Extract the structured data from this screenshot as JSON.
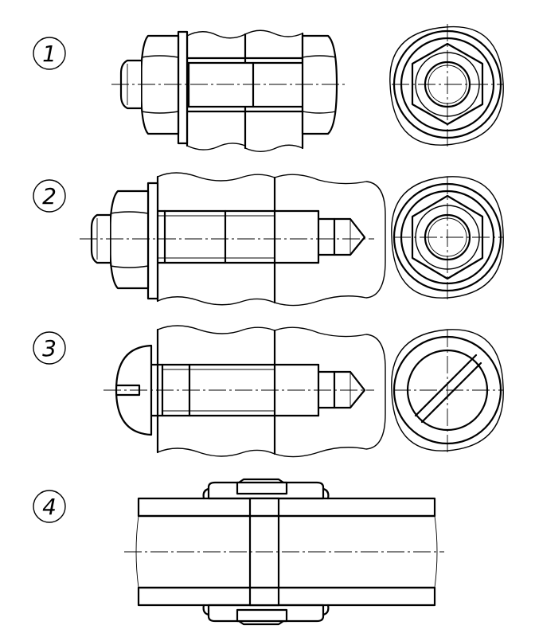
{
  "figures": [
    {
      "number": "1"
    },
    {
      "number": "2"
    },
    {
      "number": "3"
    },
    {
      "number": "4"
    }
  ],
  "colors": {
    "ink": "#000000",
    "paper": "#ffffff"
  }
}
